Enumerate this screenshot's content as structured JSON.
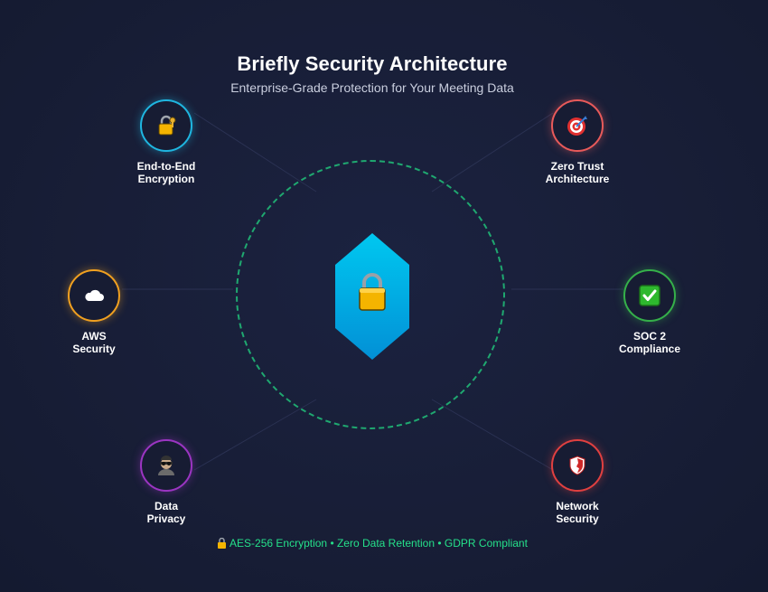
{
  "header": {
    "title": "Briefly Security Architecture",
    "subtitle": "Enterprise-Grade Protection for Your Meeting Data"
  },
  "center": {
    "icon": "padlock-icon",
    "shape": "hexagon",
    "ring_color": "#1fa870",
    "hex_gradient": [
      "#00c8f0",
      "#0290d6"
    ]
  },
  "nodes": [
    {
      "id": "e2e",
      "label": "End-to-End\nEncryption",
      "icon": "padlock-key-icon",
      "color": "#1fb6e0"
    },
    {
      "id": "zero-trust",
      "label": "Zero Trust\nArchitecture",
      "icon": "target-icon",
      "color": "#e85a5a"
    },
    {
      "id": "aws",
      "label": "AWS\nSecurity",
      "icon": "cloud-icon",
      "color": "#f0a020"
    },
    {
      "id": "soc2",
      "label": "SOC 2\nCompliance",
      "icon": "checkmark-icon",
      "color": "#35b04a"
    },
    {
      "id": "privacy",
      "label": "Data\nPrivacy",
      "icon": "incognito-icon",
      "color": "#9b35c2"
    },
    {
      "id": "network",
      "label": "Network\nSecurity",
      "icon": "shield-icon",
      "color": "#e04040"
    }
  ],
  "footer": {
    "text": "AES-256 Encryption • Zero Data Retention • GDPR Compliant",
    "icon": "padlock-icon",
    "color": "#25e08a"
  }
}
